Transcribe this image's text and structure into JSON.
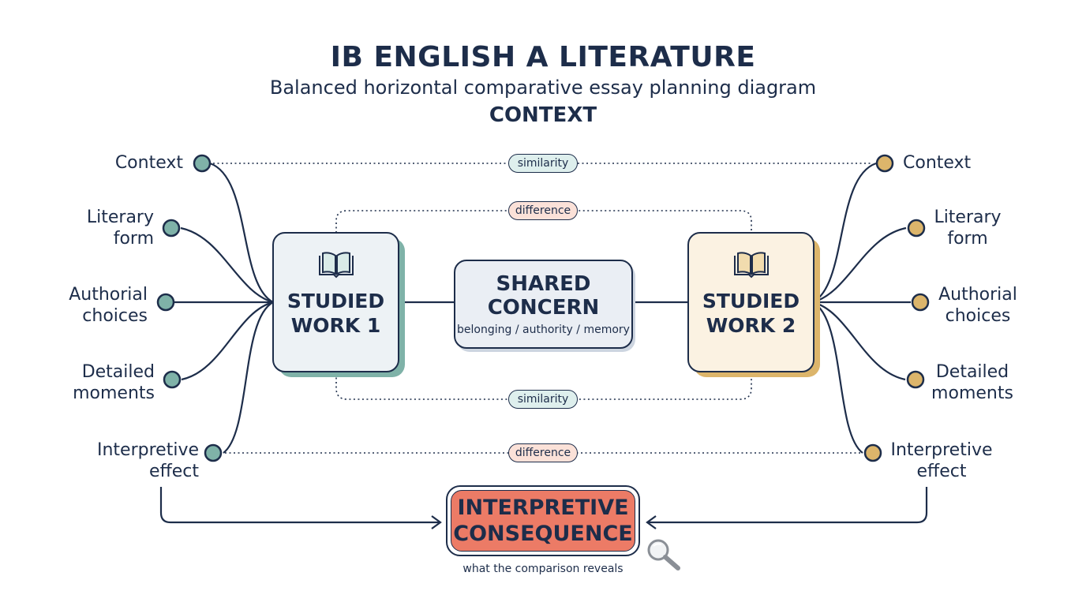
{
  "header": {
    "title": "IB ENGLISH A LITERATURE",
    "subtitle": "Balanced horizontal comparative essay planning diagram",
    "context_heading": "CONTEXT"
  },
  "left_labels": [
    {
      "line1": "Context",
      "line2": ""
    },
    {
      "line1": "Literary",
      "line2": "form"
    },
    {
      "line1": "Authorial",
      "line2": "choices"
    },
    {
      "line1": "Detailed",
      "line2": "moments"
    },
    {
      "line1": "Interpretive",
      "line2": "effect"
    }
  ],
  "right_labels": [
    {
      "line1": "Context",
      "line2": ""
    },
    {
      "line1": "Literary",
      "line2": "form"
    },
    {
      "line1": "Authorial",
      "line2": "choices"
    },
    {
      "line1": "Detailed",
      "line2": "moments"
    },
    {
      "line1": "Interpretive",
      "line2": "effect"
    }
  ],
  "connectors": {
    "top_outer": "similarity",
    "top_inner": "difference",
    "bottom_inner": "similarity",
    "bottom_outer": "difference"
  },
  "work1": {
    "line1": "STUDIED",
    "line2": "WORK 1"
  },
  "work2": {
    "line1": "STUDIED",
    "line2": "WORK 2"
  },
  "shared": {
    "line1": "SHARED",
    "line2": "CONCERN",
    "sub": "belonging / authority / memory"
  },
  "consequence": {
    "line1": "INTERPRETIVE",
    "line2": "CONSEQUENCE",
    "caption": "what the comparison reveals"
  },
  "icons": {
    "book": "open-book-icon",
    "search": "magnifier-icon"
  },
  "colors": {
    "navy": "#1d2d4a",
    "teal_node": "#7fb2a8",
    "gold_node": "#dcb56b",
    "work1_fill": "#edf2f5",
    "work1_shadow": "#7fb2a8",
    "work2_fill": "#fbf2e2",
    "work2_shadow": "#dcb56b",
    "shared_fill": "#eaeef4",
    "consequence_fill": "#ec7b66",
    "similarity_fill": "#deefed",
    "difference_fill": "#fbe1d8"
  }
}
